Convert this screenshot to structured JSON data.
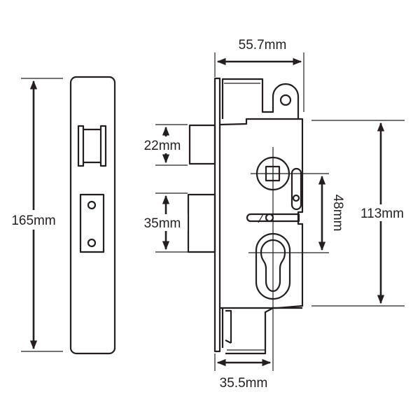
{
  "dimensions": {
    "width": "55.7mm",
    "backset": "35.5mm",
    "height_total": "165mm",
    "body_height": "113mm",
    "centres": "48mm",
    "latch": "22mm",
    "deadbolt": "35mm"
  },
  "colors": {
    "line": "#231f20",
    "background": "#ffffff"
  }
}
